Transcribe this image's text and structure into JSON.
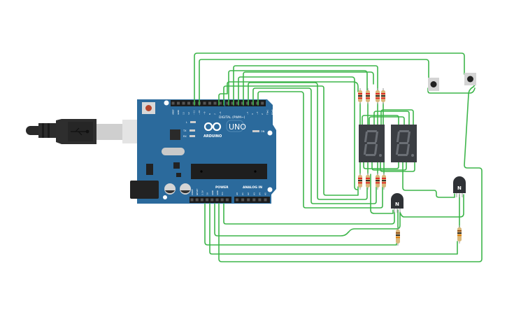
{
  "arduino": {
    "model_label": "UNO",
    "brand_label": "ARDUINO",
    "digital_label": "DIGITAL (PWM~)",
    "power_label": "POWER",
    "analog_label": "ANALOG IN",
    "on_label": "ON",
    "l_label": "L",
    "tx_label": "TX",
    "rx_label": "RX",
    "digital_pins": [
      "AREF",
      "GND",
      "13",
      "12",
      "~11",
      "~10",
      "~9",
      "8",
      "7",
      "~6",
      "~5",
      "4",
      "~3",
      "2",
      "TX▸1",
      "RX◂0"
    ],
    "power_pins": [
      "IOREF",
      "RESET",
      "3.3V",
      "5V",
      "GND",
      "GND",
      "Vin"
    ],
    "analog_pins": [
      "A0",
      "A1",
      "A2",
      "A3",
      "A4",
      "A5"
    ],
    "board_color": "#2b6a9c"
  },
  "transistors": [
    {
      "label": "N"
    },
    {
      "label": "N"
    }
  ],
  "displays": [
    {
      "type": "7-segment",
      "color": "#3b3e43"
    },
    {
      "type": "7-segment",
      "color": "#3b3e43"
    }
  ],
  "colors": {
    "wire": "#3db54a",
    "board": "#2b6a9c",
    "resistor_body": "#d9b77a"
  },
  "icons": {
    "usb": "usb-icon"
  }
}
